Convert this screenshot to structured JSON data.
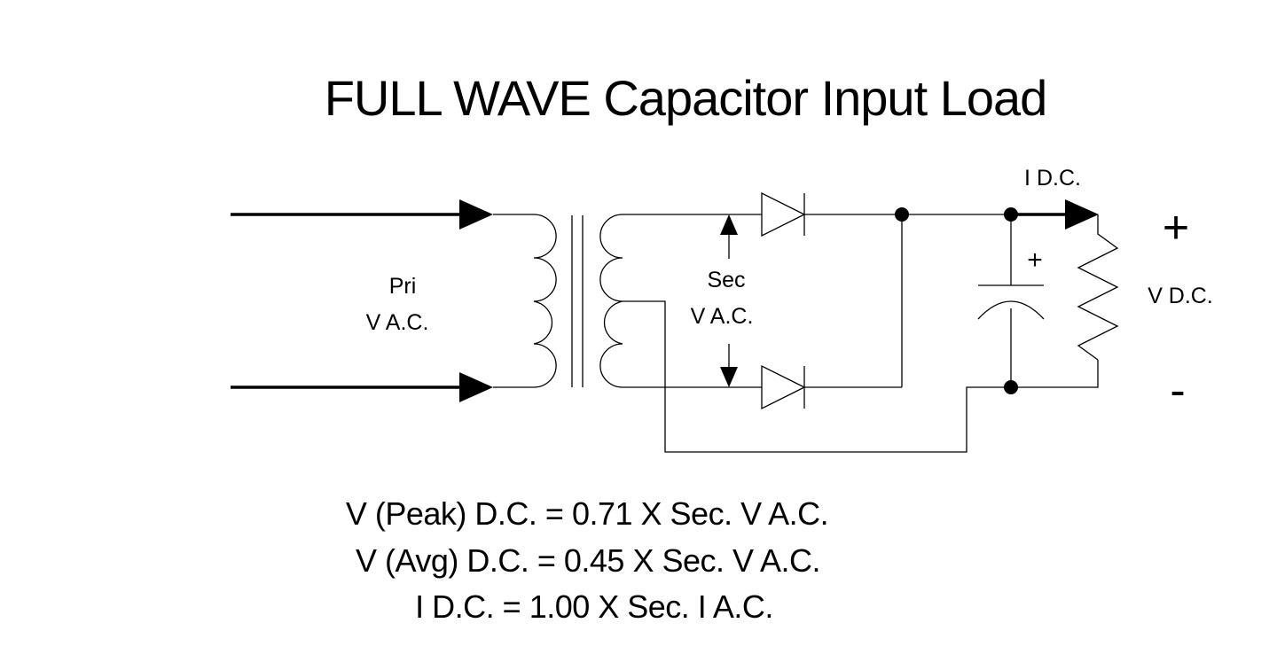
{
  "title": "FULL WAVE Capacitor Input Load",
  "labels": {
    "primary_line1": "Pri",
    "primary_line2": "V A.C.",
    "secondary_line1": "Sec",
    "secondary_line2": "V A.C.",
    "dc_current": "I D.C.",
    "capacitor_polarity": "+",
    "positive_terminal": "+",
    "negative_terminal": "-",
    "dc_voltage": "V D.C."
  },
  "formulas": [
    "V (Peak) D.C. = 0.71 X Sec. V A.C.",
    "V (Avg) D.C. = 0.45 X Sec. V A.C.",
    "I D.C. = 1.00 X Sec. I A.C."
  ]
}
